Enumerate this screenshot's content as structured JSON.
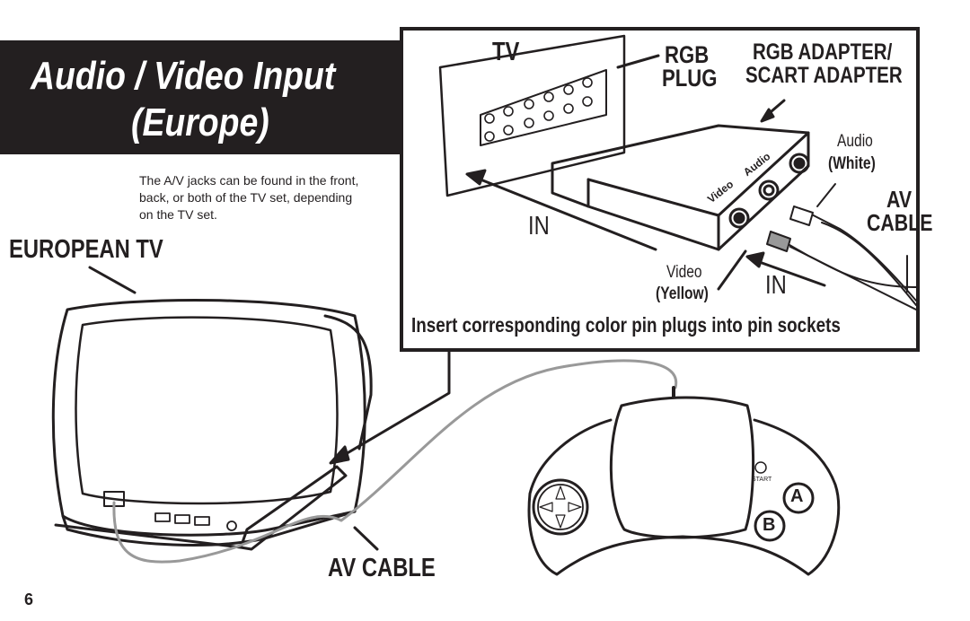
{
  "header": {
    "title_line1": "Audio / Video Input",
    "title_line2": "(Europe)"
  },
  "note": {
    "line1": "The A/V jacks can be found in the front,",
    "line2": "back, or both of the TV set, depending",
    "line3": "on the TV set."
  },
  "labels": {
    "european_tv": "EUROPEAN TV",
    "av_cable_main": "AV CABLE",
    "page_number": "6"
  },
  "inset": {
    "tv": "TV",
    "rgb_plug_1": "RGB",
    "rgb_plug_2": "PLUG",
    "adapter_1": "RGB ADAPTER/",
    "adapter_2": "SCART ADAPTER",
    "audio": "Audio",
    "white": "(White)",
    "av": "AV",
    "cable": "CABLE",
    "in_left": "IN",
    "in_right": "IN",
    "video": "Video",
    "yellow": "(Yellow)",
    "adapter_video": "Video",
    "adapter_audio": "Audio",
    "caption": "Insert corresponding color pin plugs into pin sockets"
  },
  "controller": {
    "start": "START",
    "button_a": "A",
    "button_b": "B"
  }
}
